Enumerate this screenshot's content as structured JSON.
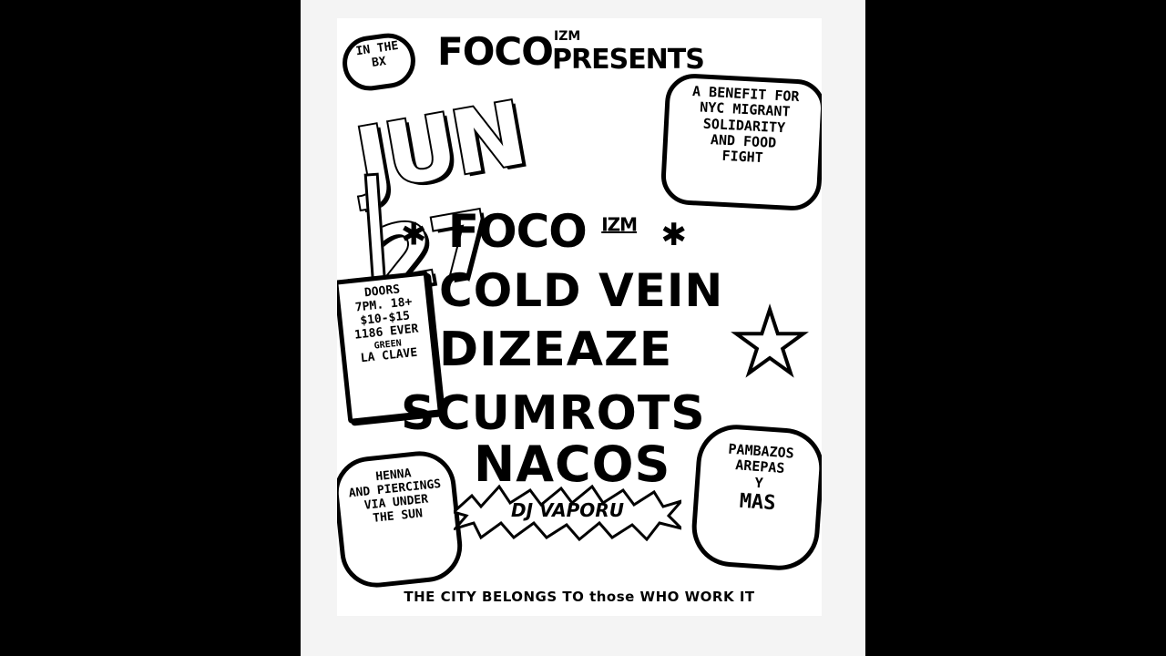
{
  "flyer": {
    "location_tag": "IN THE BX",
    "presenter": "FOCO",
    "presenter_suffix": "IZM",
    "presents": "PRESENTS",
    "date": "JUN 27",
    "benefit_lines": [
      "A BENEFIT FOR",
      "NYC MIGRANT",
      "SOLIDARITY",
      "AND FOOD",
      "FIGHT"
    ],
    "headliner": "FOCO",
    "headliner_suffix": "IZM",
    "bands": [
      "COLD VEIN",
      "DIZEAZE",
      "SCUMROTS",
      "NACOS"
    ],
    "dj": "DJ VAPORU",
    "door_lines": [
      "DOORS",
      "7PM. 18+",
      "$10-$15",
      "1186 EVER",
      "GREEN",
      "LA CLAVE"
    ],
    "vendor_left_lines": [
      "HENNA",
      "AND PIERCINGS",
      "VIA UNDER",
      "THE SUN"
    ],
    "vendor_right_lines": [
      "PAMBAZOS",
      "AREPAS",
      "Y",
      "MAS"
    ],
    "footer": "THE CITY BELONGS TO those WHO WORK IT",
    "star_symbol": "★",
    "asterisk_symbol": "✱"
  }
}
